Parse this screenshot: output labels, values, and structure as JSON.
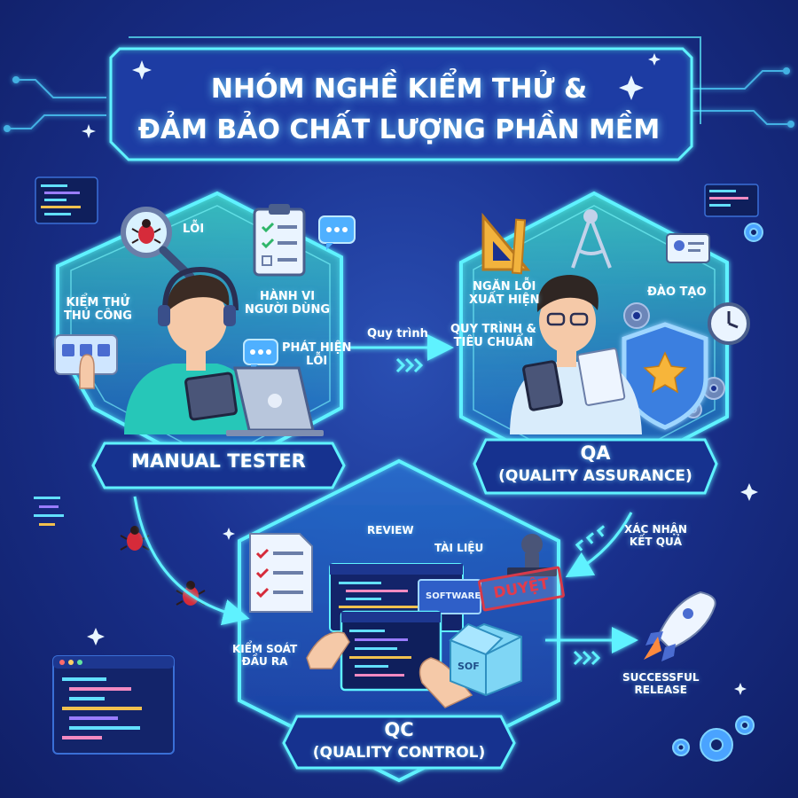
{
  "title": {
    "line1": "NHÓM NGHỀ KIỂM THỬ &",
    "line2": "ĐẢM BẢO CHẤT LƯỢNG PHẦN MỀM"
  },
  "manual_tester": {
    "role": "MANUAL TESTER",
    "labels": {
      "bug": "LỖI",
      "manual_testing": "KIỂM THỬ\nTHỦ CÔNG",
      "user_behavior": "HÀNH VI\nNGƯỜI DÙNG",
      "bug_detection": "PHÁT HIỆN\nLỖI"
    }
  },
  "qa": {
    "role_line1": "QA",
    "role_line2": "(QUALITY ASSURANCE)",
    "labels": {
      "prevent_bugs": "NGĂN LỖI\nXUẤT HIỆN",
      "process_standards": "QUY TRÌNH &\nTIÊU CHUẨN",
      "training": "ĐÀO TẠO"
    }
  },
  "qc": {
    "role_line1": "QC",
    "role_line2": "(QUALITY CONTROL)",
    "labels": {
      "review": "REVIEW",
      "documents": "TÀI LIỆU",
      "stamp": "DUYỆT",
      "software_window": "SOFTWARE",
      "box": "SOF",
      "output_control": "KIỂM SOÁT\nĐẦU RA"
    }
  },
  "flows": {
    "process": "Quy trình",
    "confirm_results": "XÁC NHẬN\nKẾT QUẢ",
    "release": "SUCCESSFUL\nRELEASE"
  },
  "colors": {
    "neon": "#5ff2ff",
    "hex_fill_top": "#3fe0c8",
    "hex_fill_bottom": "#1f6fd0",
    "bug": "#d62b3a",
    "star": "#f7b53a"
  }
}
